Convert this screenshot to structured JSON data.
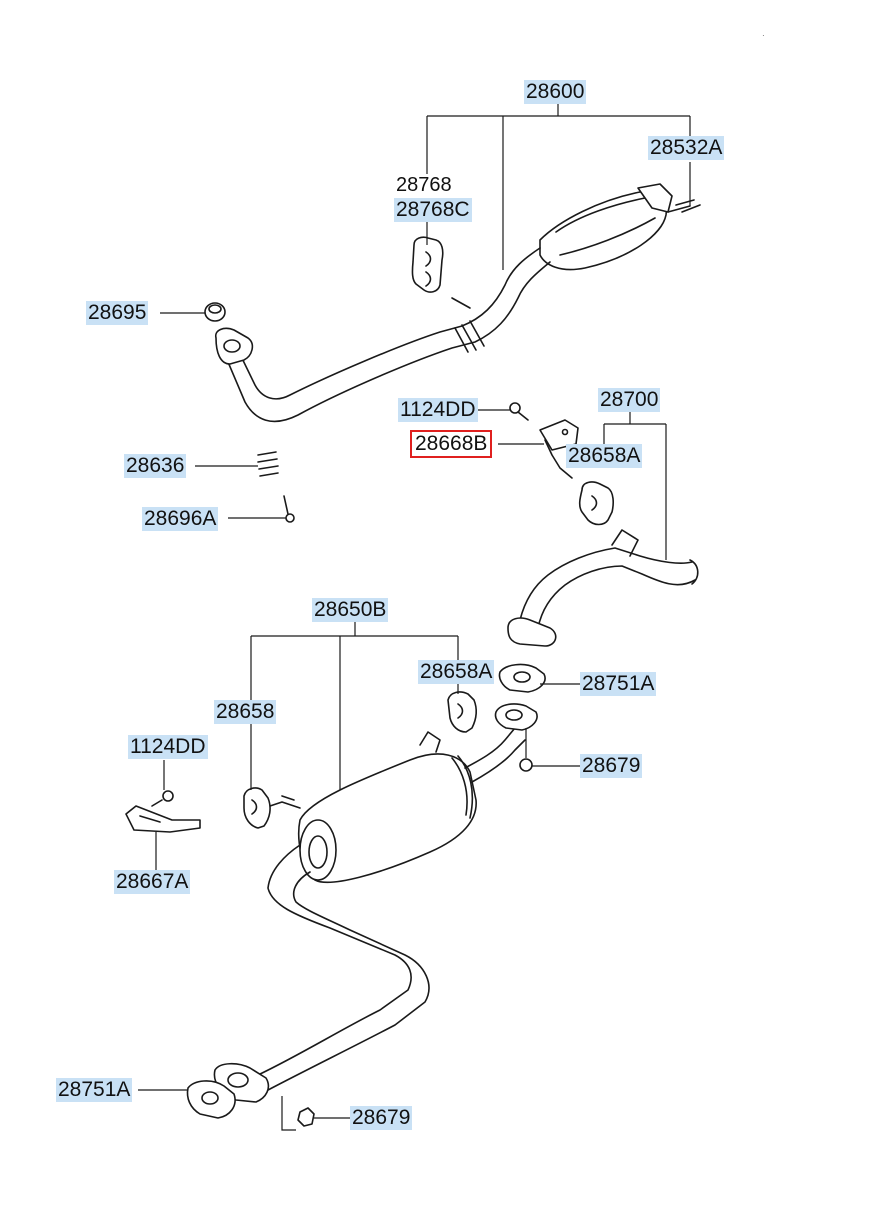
{
  "diagram": {
    "labels": {
      "l28600": "28600",
      "l28532A": "28532A",
      "l28768": "28768",
      "l28768C": "28768C",
      "l28695": "28695",
      "l28636": "28636",
      "l28696A": "28696A",
      "l1124DD_top": "1124DD",
      "l28668B": "28668B",
      "l28700": "28700",
      "l28658A_top": "28658A",
      "l28650B": "28650B",
      "l28658A_mid": "28658A",
      "l28751A_right": "28751A",
      "l28658": "28658",
      "l1124DD_left": "1124DD",
      "l28679_right": "28679",
      "l28667A": "28667A",
      "l28751A_bottom": "28751A",
      "l28679_bottom": "28679"
    },
    "colors": {
      "label_background": "#c9e1f5",
      "highlight_border": "#e0201f",
      "line": "#1a1a1a"
    },
    "highlighted_part": "28668B"
  }
}
